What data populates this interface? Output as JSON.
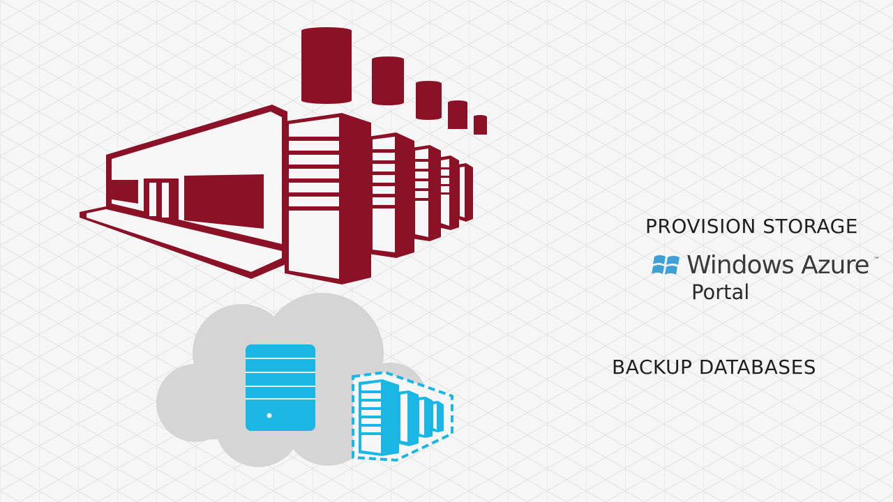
{
  "labels": {
    "provision_storage": "PROVISION STORAGE",
    "azure_brand": "Windows Azure",
    "azure_tm": "™",
    "portal": "Portal",
    "backup_databases": "BACKUP DATABASES"
  },
  "icons": {
    "datacenter": "datacenter-building-icon",
    "storage_cylinders": "storage-cylinder-icon",
    "cloud": "cloud-icon",
    "server": "server-icon",
    "cloud_datacenter": "dashed-datacenter-icon",
    "windows_logo": "windows-flag-icon"
  },
  "colors": {
    "background": "#f6f6f6",
    "datacenter": "#8b1226",
    "cloud": "#d5d5d5",
    "server": "#1ab6e4",
    "text": "#1f1f1f"
  }
}
